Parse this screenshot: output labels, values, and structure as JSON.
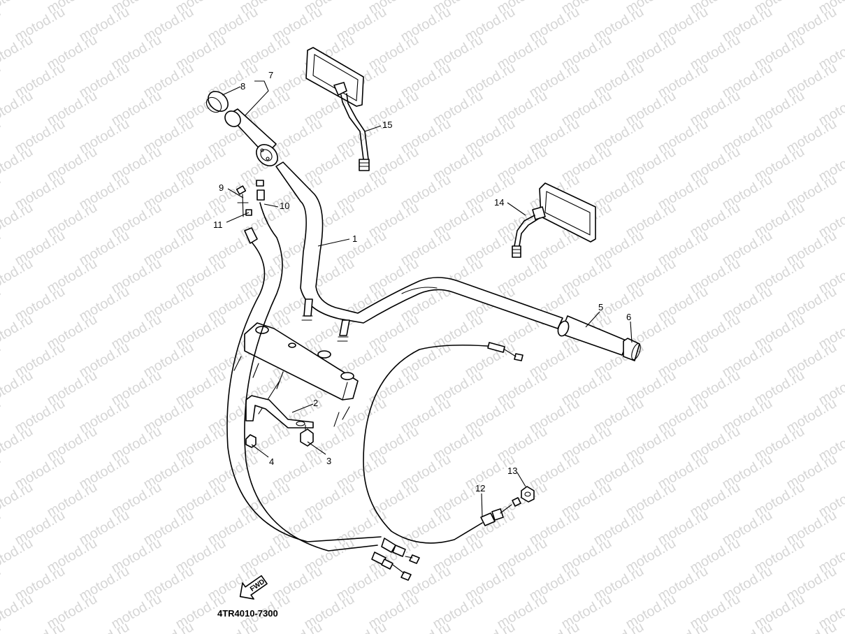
{
  "watermark": {
    "text": "motod.ru",
    "color": "#d6d6d6"
  },
  "diagram": {
    "code": "4TR4010-7300",
    "direction_arrow": "FWD",
    "callouts": [
      {
        "id": "c1",
        "label": "1"
      },
      {
        "id": "c2",
        "label": "2"
      },
      {
        "id": "c3",
        "label": "3"
      },
      {
        "id": "c4",
        "label": "4"
      },
      {
        "id": "c5",
        "label": "5"
      },
      {
        "id": "c6",
        "label": "6"
      },
      {
        "id": "c7",
        "label": "7"
      },
      {
        "id": "c8",
        "label": "8"
      },
      {
        "id": "c9",
        "label": "9"
      },
      {
        "id": "c10",
        "label": "10"
      },
      {
        "id": "c11",
        "label": "11"
      },
      {
        "id": "c12",
        "label": "12"
      },
      {
        "id": "c13",
        "label": "13"
      },
      {
        "id": "c14",
        "label": "14"
      },
      {
        "id": "c15",
        "label": "15"
      }
    ]
  }
}
